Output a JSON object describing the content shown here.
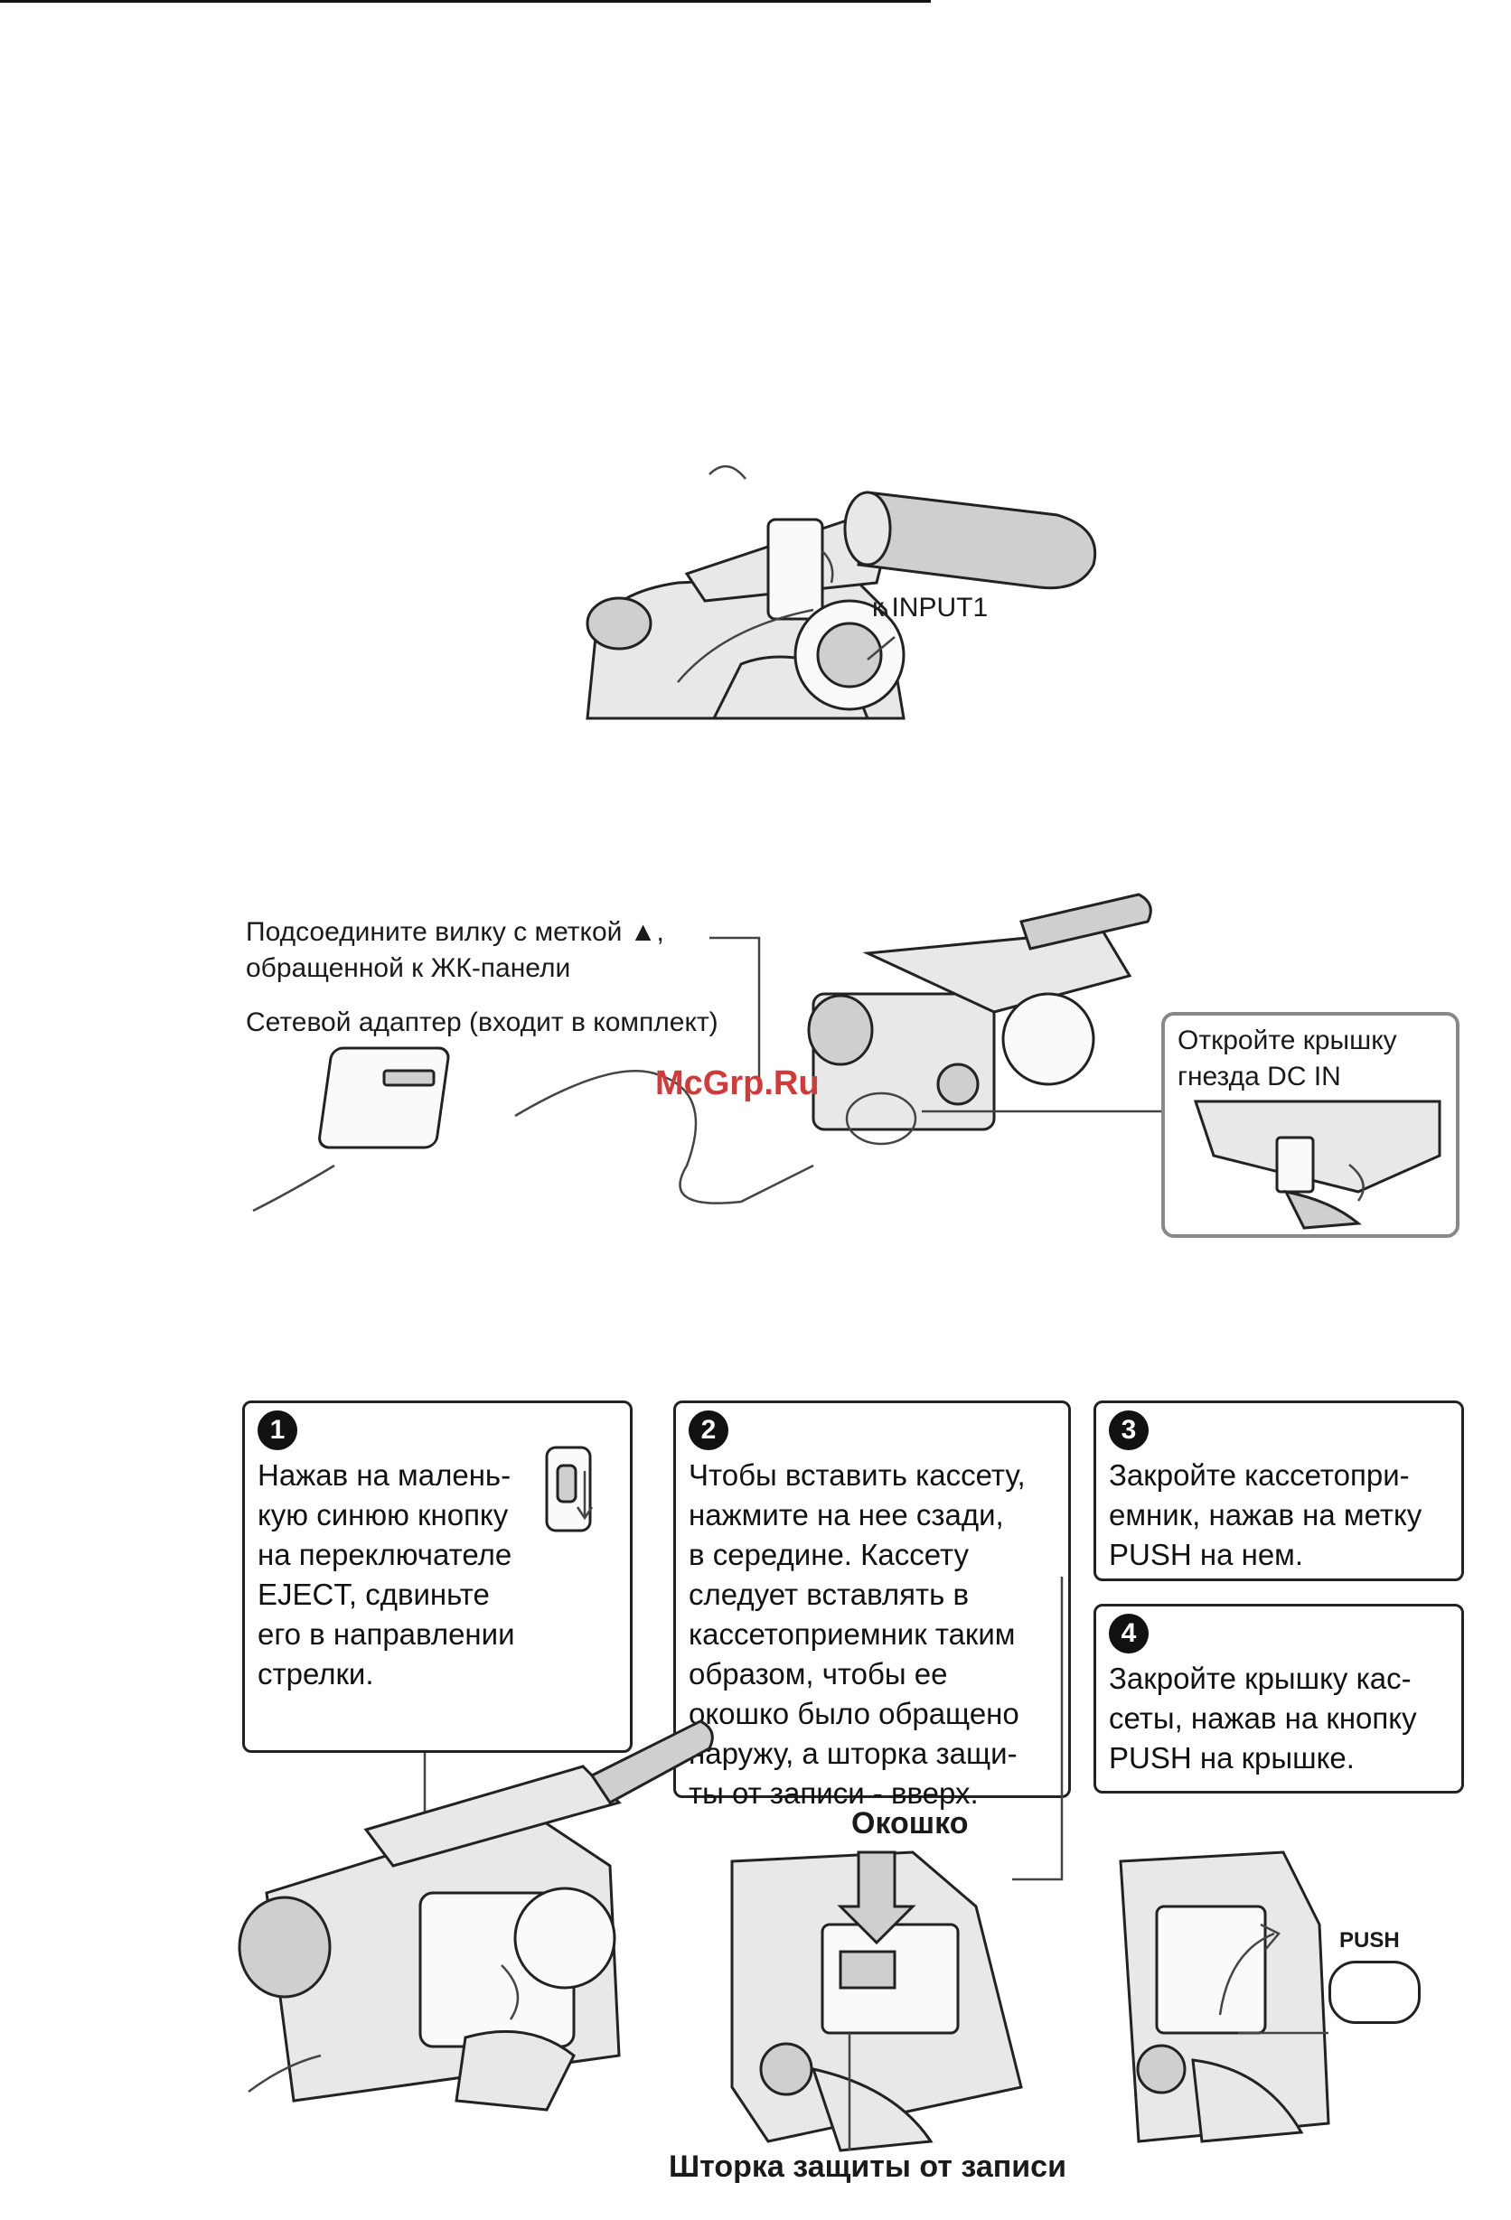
{
  "fig1": {
    "label": "к INPUT1"
  },
  "fig2": {
    "label_plug_line1": "Подсоедините вилку с меткой ▲,",
    "label_plug_line2": "обращенной к ЖК-панели",
    "label_adapter": "Сетевой адаптер (входит в комплект)",
    "inset_line1": "Откройте крышку",
    "inset_line2": "гнезда DC IN",
    "watermark": "McGrp.Ru"
  },
  "steps": [
    {
      "number": "1",
      "text": "Нажав на малень-\nкую синюю кнопку\nна переключателе\nEJECT, сдвиньте\nего в направлении\nстрелки."
    },
    {
      "number": "2",
      "text": "Чтобы вставить кассету,\nнажмите на нее сзади,\nв середине. Кассету\nследует вставлять в\nкассетоприемник таким\nобразом, чтобы ее\nокошко было обращено\nнаружу, а шторка защи-\nты от записи - вверх."
    },
    {
      "number": "3",
      "text": "Закройте кассетопри-\nемник, нажав на метку\nPUSH на нем."
    },
    {
      "number": "4",
      "text": "Закройте крышку кас-\nсеты, нажав на кнопку\nPUSH на крышке."
    }
  ],
  "fig3": {
    "label_window": "Окошко",
    "label_tab": "Шторка защиты от записи",
    "push_label": "PUSH"
  }
}
